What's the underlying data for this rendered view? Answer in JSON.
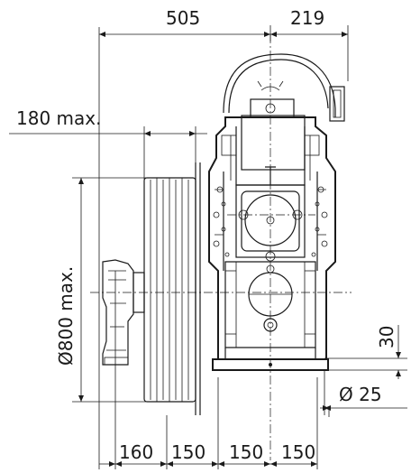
{
  "dimensions": {
    "top_left": "505",
    "top_right": "219",
    "pulley_width": "180 max.",
    "pulley_diameter": "Ø800 max.",
    "height_right": "30",
    "bolt_diameter": "Ø 25",
    "bottom_1": "160",
    "bottom_2": "150",
    "bottom_3": "150",
    "bottom_4": "150"
  },
  "colors": {
    "line": "#1a1a1a",
    "background": "#ffffff"
  }
}
